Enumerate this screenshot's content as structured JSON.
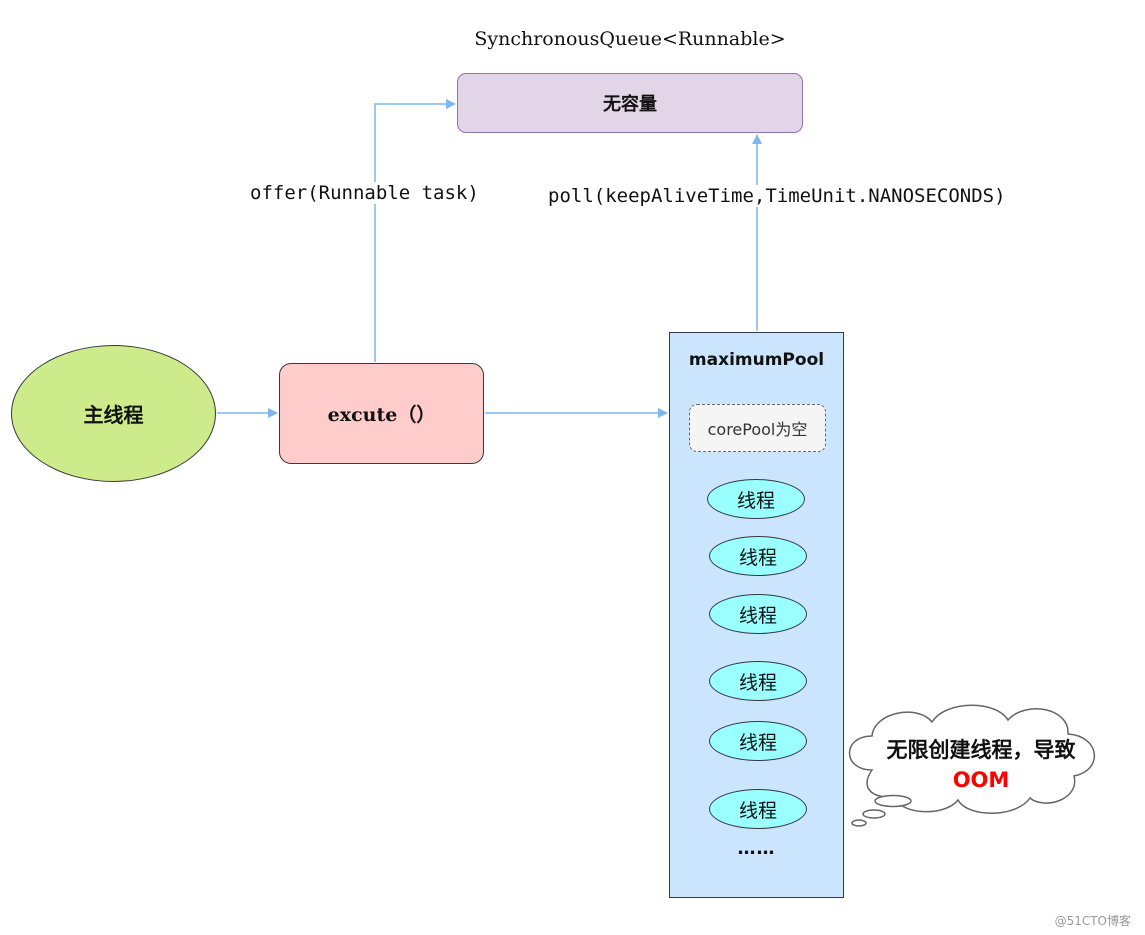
{
  "queue": {
    "title": "SynchronousQueue<Runnable>",
    "label": "无容量"
  },
  "edges": {
    "offer_label": "offer(Runnable task)",
    "poll_label": "poll(keepAliveTime,TimeUnit.NANOSECONDS)"
  },
  "main_thread": {
    "label": "主线程"
  },
  "execute": {
    "label": "excute（）"
  },
  "pool": {
    "title": "maximumPool",
    "core_pool_label": "corePool为空",
    "threads": [
      "线程",
      "线程",
      "线程",
      "线程",
      "线程",
      "线程"
    ],
    "ellipsis": "……"
  },
  "callout": {
    "line1": "无限创建线程，导致",
    "line2": "OOM"
  },
  "watermark": "@51CTO博客",
  "colors": {
    "queue_fill": "#e1d5e7",
    "main_thread_fill": "#cdeb8b",
    "execute_fill": "#ffcccc",
    "pool_fill": "#cce5ff",
    "thread_fill": "#99ffff",
    "edge": "#7eb6f0",
    "oom": "#ff0000"
  }
}
